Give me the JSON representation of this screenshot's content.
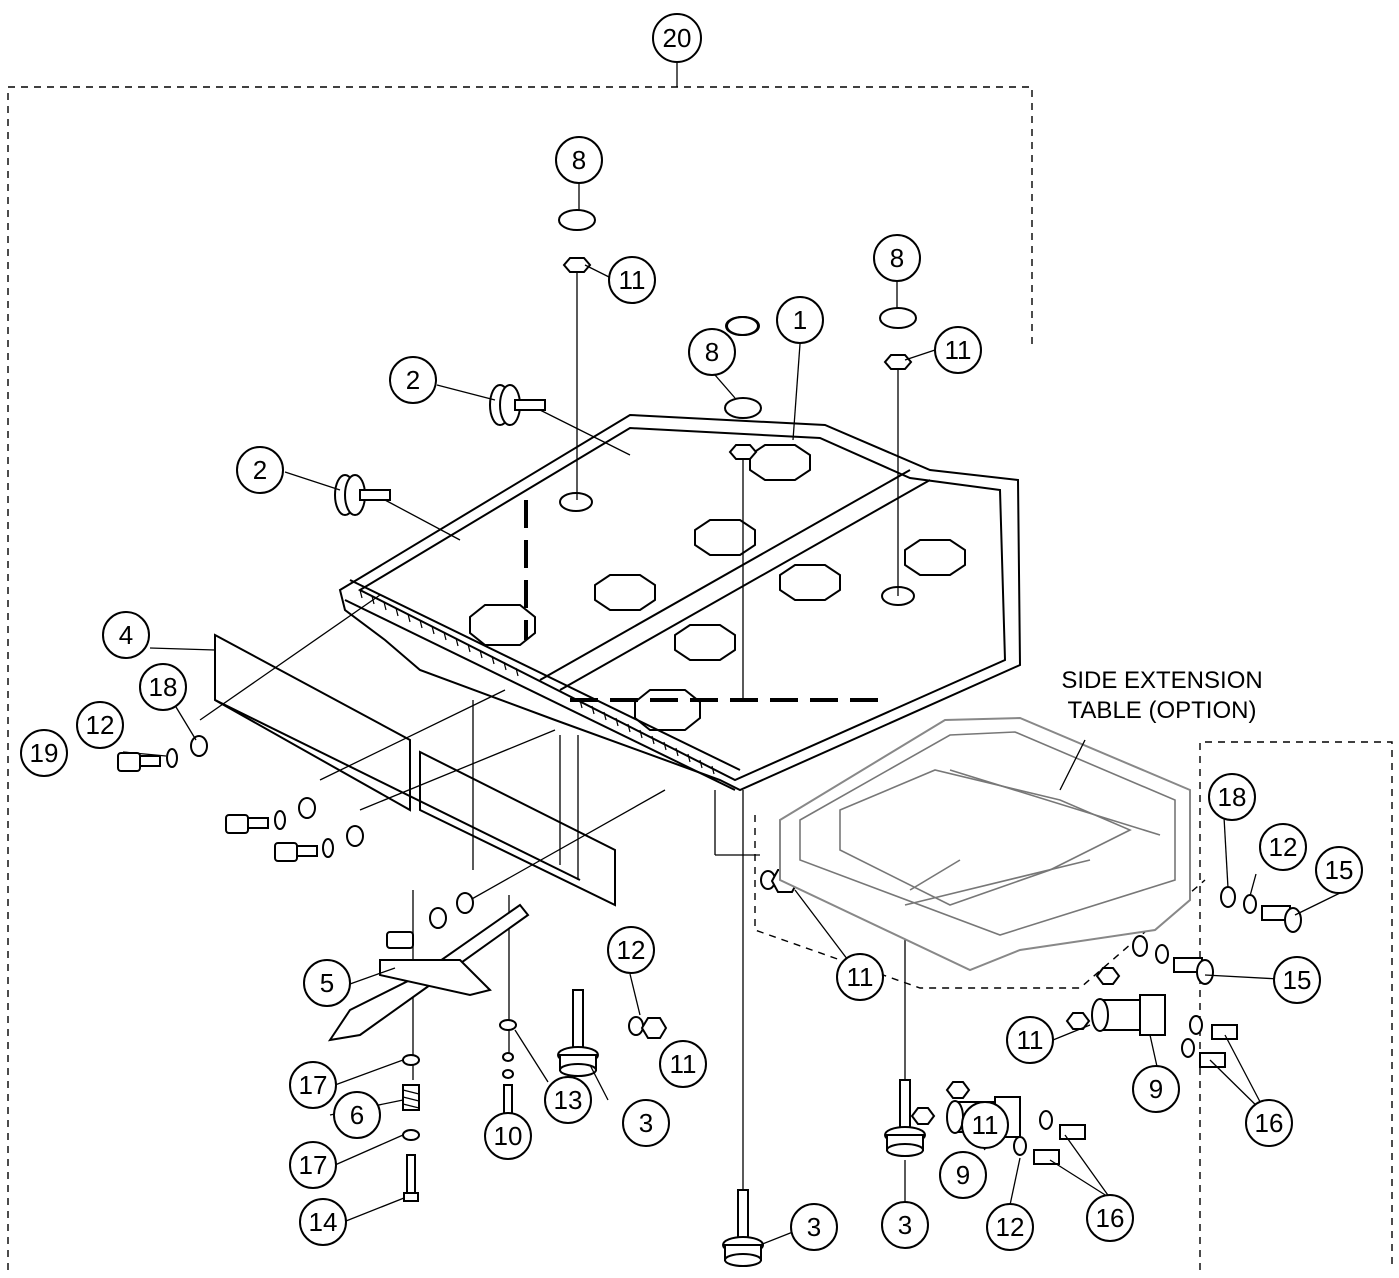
{
  "assembly_number": "20",
  "extension_caption": {
    "line1": "SIDE EXTENSION",
    "line2": "TABLE (OPTION)"
  },
  "callouts": [
    "8",
    "11",
    "8",
    "11",
    "1",
    "8",
    "2",
    "2",
    "4",
    "18",
    "12",
    "19",
    "5",
    "17",
    "6",
    "17",
    "14",
    "10",
    "13",
    "12",
    "11",
    "3",
    "3",
    "11",
    "18",
    "12",
    "15",
    "15",
    "11",
    "9",
    "16",
    "11",
    "9",
    "16",
    "3",
    "12"
  ]
}
